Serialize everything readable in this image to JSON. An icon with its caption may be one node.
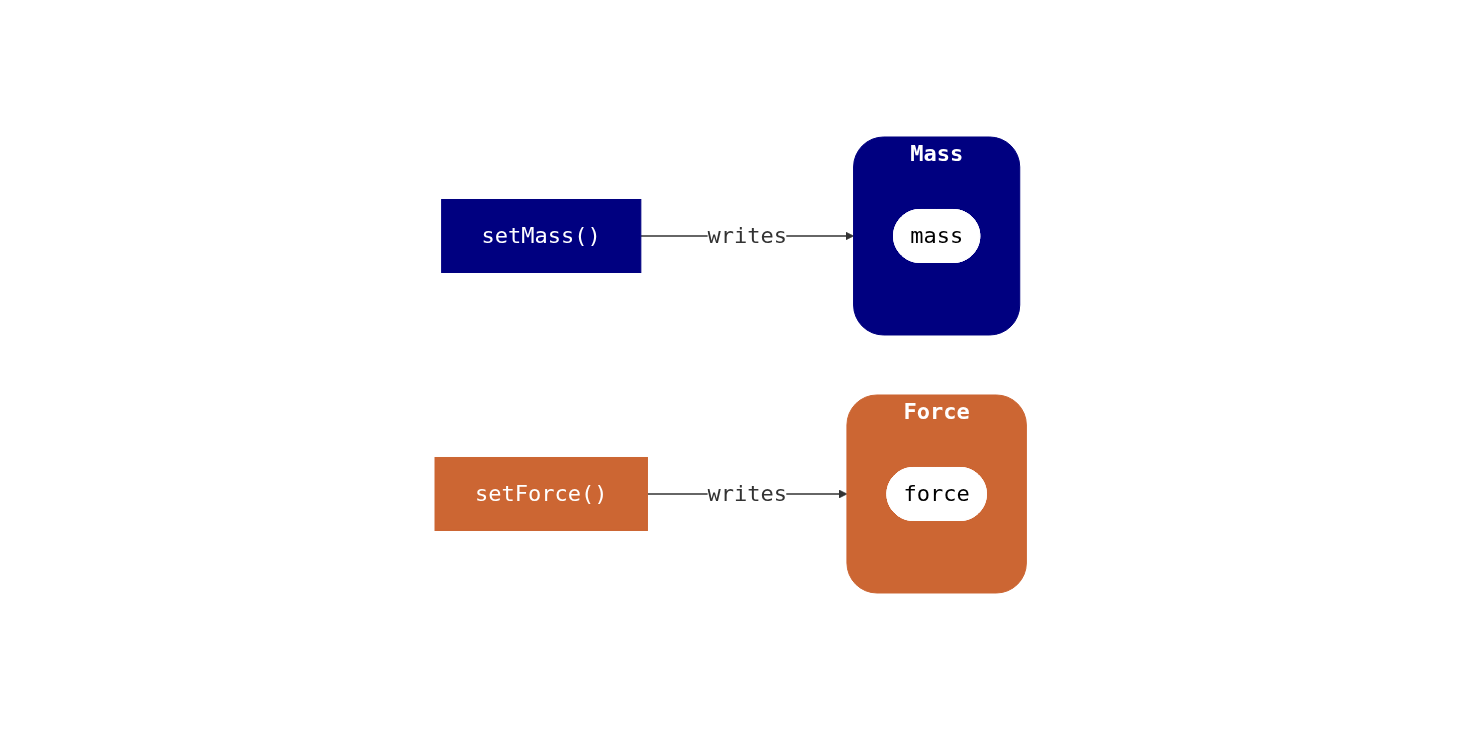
{
  "diagram": {
    "nodes": [
      {
        "text": [
          "setMass()"
        ]
      },
      {
        "text": [
          "Mass"
        ]
      },
      {
        "text": [
          "mass"
        ],
        "in": 1
      },
      {
        "text": [
          "setForce()"
        ]
      },
      {
        "text": [
          "Force"
        ]
      },
      {
        "text": [
          "force"
        ],
        "in": 4
      }
    ],
    "edges": [
      {
        "from": 0,
        "to": 1,
        "arrow": "to",
        "label": "writes"
      },
      {
        "from": 3,
        "to": 4,
        "arrow": "to",
        "label": "writes"
      }
    ]
  }
}
